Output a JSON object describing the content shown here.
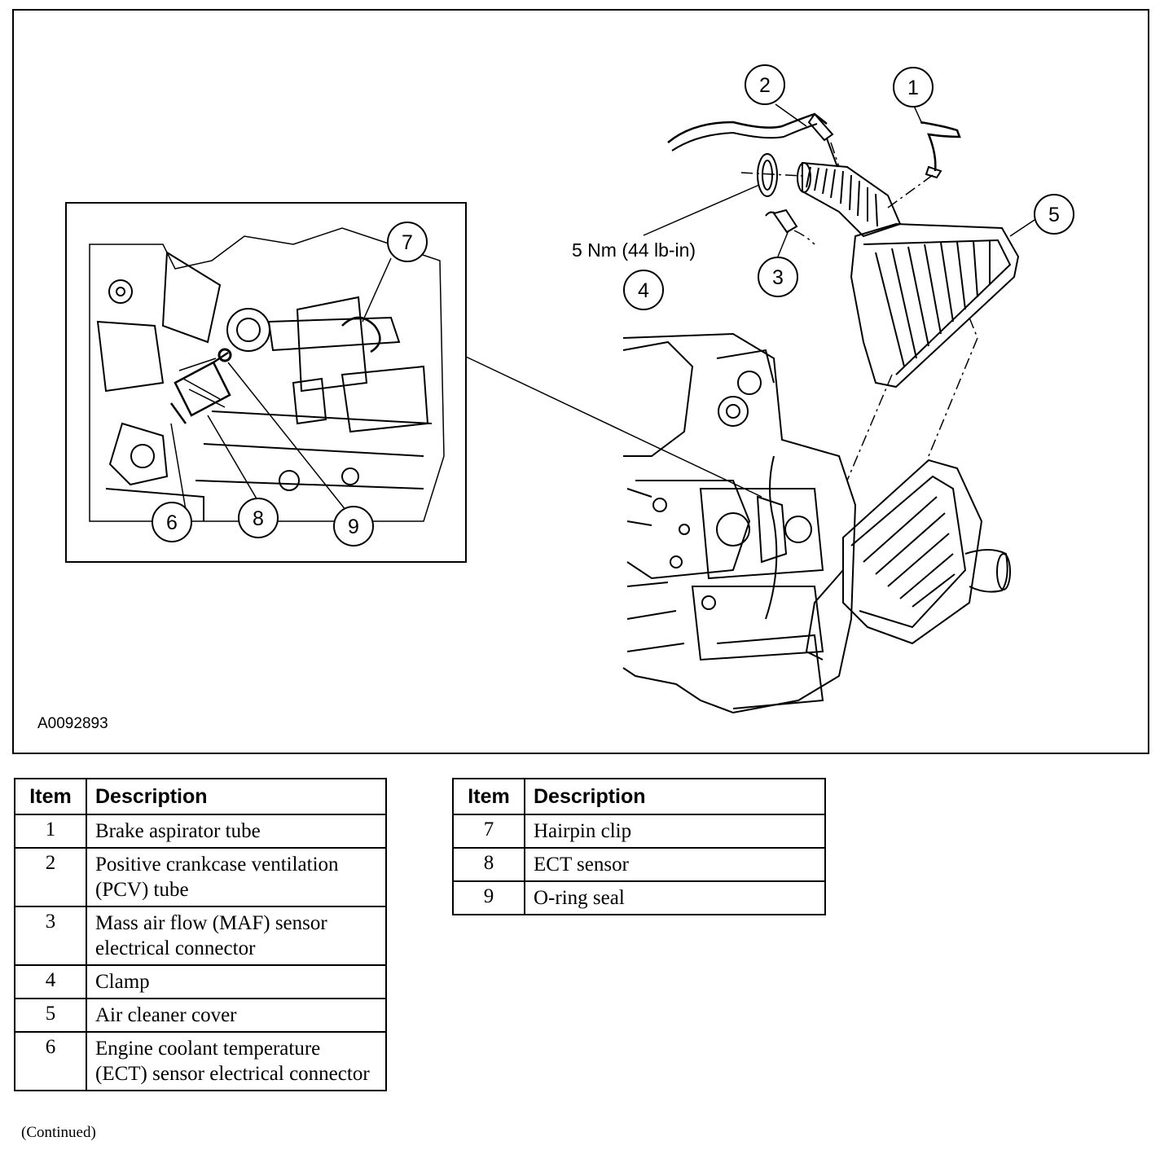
{
  "figure": {
    "figure_id": "A0092893",
    "torque_label": "5 Nm (44 lb-in)",
    "callouts": [
      "1",
      "2",
      "3",
      "4",
      "5",
      "6",
      "7",
      "8",
      "9"
    ]
  },
  "legend_left": {
    "header_item": "Item",
    "header_description": "Description",
    "rows": [
      {
        "item": "1",
        "description": "Brake aspirator tube"
      },
      {
        "item": "2",
        "description": "Positive crankcase ventilation (PCV) tube"
      },
      {
        "item": "3",
        "description": "Mass air flow (MAF) sensor electrical connector"
      },
      {
        "item": "4",
        "description": "Clamp"
      },
      {
        "item": "5",
        "description": "Air cleaner cover"
      },
      {
        "item": "6",
        "description": "Engine coolant temperature (ECT) sensor electrical connector"
      }
    ]
  },
  "legend_right": {
    "header_item": "Item",
    "header_description": "Description",
    "rows": [
      {
        "item": "7",
        "description": "Hairpin clip"
      },
      {
        "item": "8",
        "description": "ECT sensor"
      },
      {
        "item": "9",
        "description": "O-ring seal"
      }
    ]
  },
  "footer": {
    "continued": "(Continued)"
  }
}
